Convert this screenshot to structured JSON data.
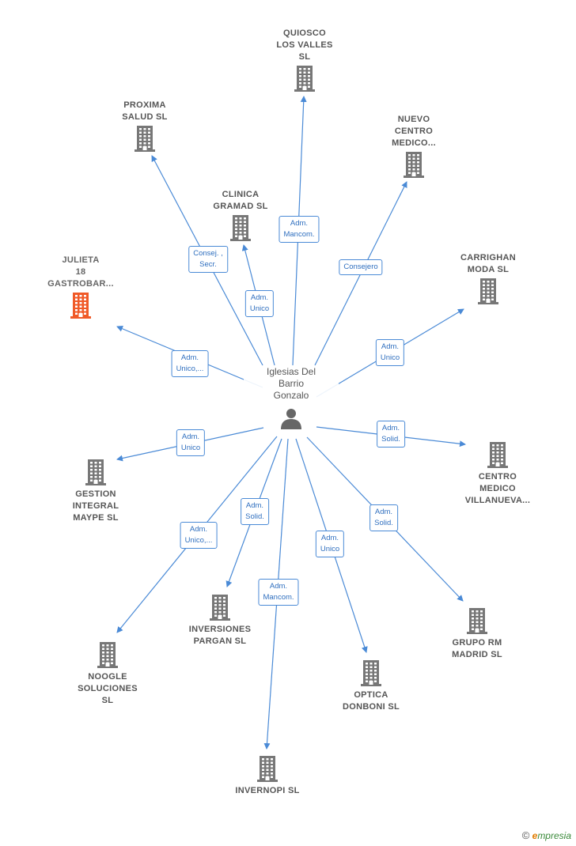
{
  "center": {
    "name": "Iglesias Del\nBarrio\nGonzalo",
    "icon": "person-icon"
  },
  "nodes": [
    {
      "id": "quiosco",
      "name": "QUIOSCO\nLOS VALLES\nSL",
      "icon": "building-icon",
      "color": "#777777"
    },
    {
      "id": "proxima",
      "name": "PROXIMA\nSALUD  SL",
      "icon": "building-icon",
      "color": "#777777"
    },
    {
      "id": "nuevo",
      "name": "NUEVO\nCENTRO\nMEDICO...",
      "icon": "building-icon",
      "color": "#777777"
    },
    {
      "id": "clinica",
      "name": "CLINICA\nGRAMAD  SL",
      "icon": "building-icon",
      "color": "#777777"
    },
    {
      "id": "julieta",
      "name": "JULIETA\n18\nGASTROBAR...",
      "icon": "building-icon",
      "color": "#f05a28"
    },
    {
      "id": "carrighan",
      "name": "CARRIGHAN\nMODA  SL",
      "icon": "building-icon",
      "color": "#777777"
    },
    {
      "id": "gestion",
      "name": "GESTION\nINTEGRAL\nMAYPE  SL",
      "icon": "building-icon",
      "color": "#777777"
    },
    {
      "id": "centro",
      "name": "CENTRO\nMEDICO\nVILLANUEVA...",
      "icon": "building-icon",
      "color": "#777777"
    },
    {
      "id": "inversiones",
      "name": "INVERSIONES\nPARGAN SL",
      "icon": "building-icon",
      "color": "#777777"
    },
    {
      "id": "grupo",
      "name": "GRUPO RM\nMADRID  SL",
      "icon": "building-icon",
      "color": "#777777"
    },
    {
      "id": "noogle",
      "name": "NOOGLE\nSOLUCIONES\nSL",
      "icon": "building-icon",
      "color": "#777777"
    },
    {
      "id": "optica",
      "name": "OPTICA\nDONBONI  SL",
      "icon": "building-icon",
      "color": "#777777"
    },
    {
      "id": "invernopi",
      "name": "INVERNOPI SL",
      "icon": "building-icon",
      "color": "#777777"
    }
  ],
  "edges": [
    {
      "to": "quiosco",
      "label": "Adm.\nMancom."
    },
    {
      "to": "proxima",
      "label": "Consej. ,\nSecr."
    },
    {
      "to": "nuevo",
      "label": "Consejero"
    },
    {
      "to": "clinica",
      "label": "Adm.\nUnico"
    },
    {
      "to": "julieta",
      "label": "Adm.\nUnico,..."
    },
    {
      "to": "carrighan",
      "label": "Adm.\nUnico"
    },
    {
      "to": "gestion",
      "label": "Adm.\nUnico"
    },
    {
      "to": "centro",
      "label": "Adm.\nSolid."
    },
    {
      "to": "inversiones",
      "label": "Adm.\nSolid."
    },
    {
      "to": "grupo",
      "label": "Adm.\nSolid."
    },
    {
      "to": "noogle",
      "label": "Adm.\nUnico,..."
    },
    {
      "to": "optica",
      "label": "Adm.\nUnico"
    },
    {
      "to": "invernopi",
      "label": "Adm.\nMancom."
    }
  ],
  "colors": {
    "edge": "#4a8ad6",
    "building": "#777777",
    "highlight": "#f05a28",
    "person": "#666666"
  },
  "footer": {
    "copyright": "©",
    "brand_e": "e",
    "brand_rest": "mpresia"
  }
}
